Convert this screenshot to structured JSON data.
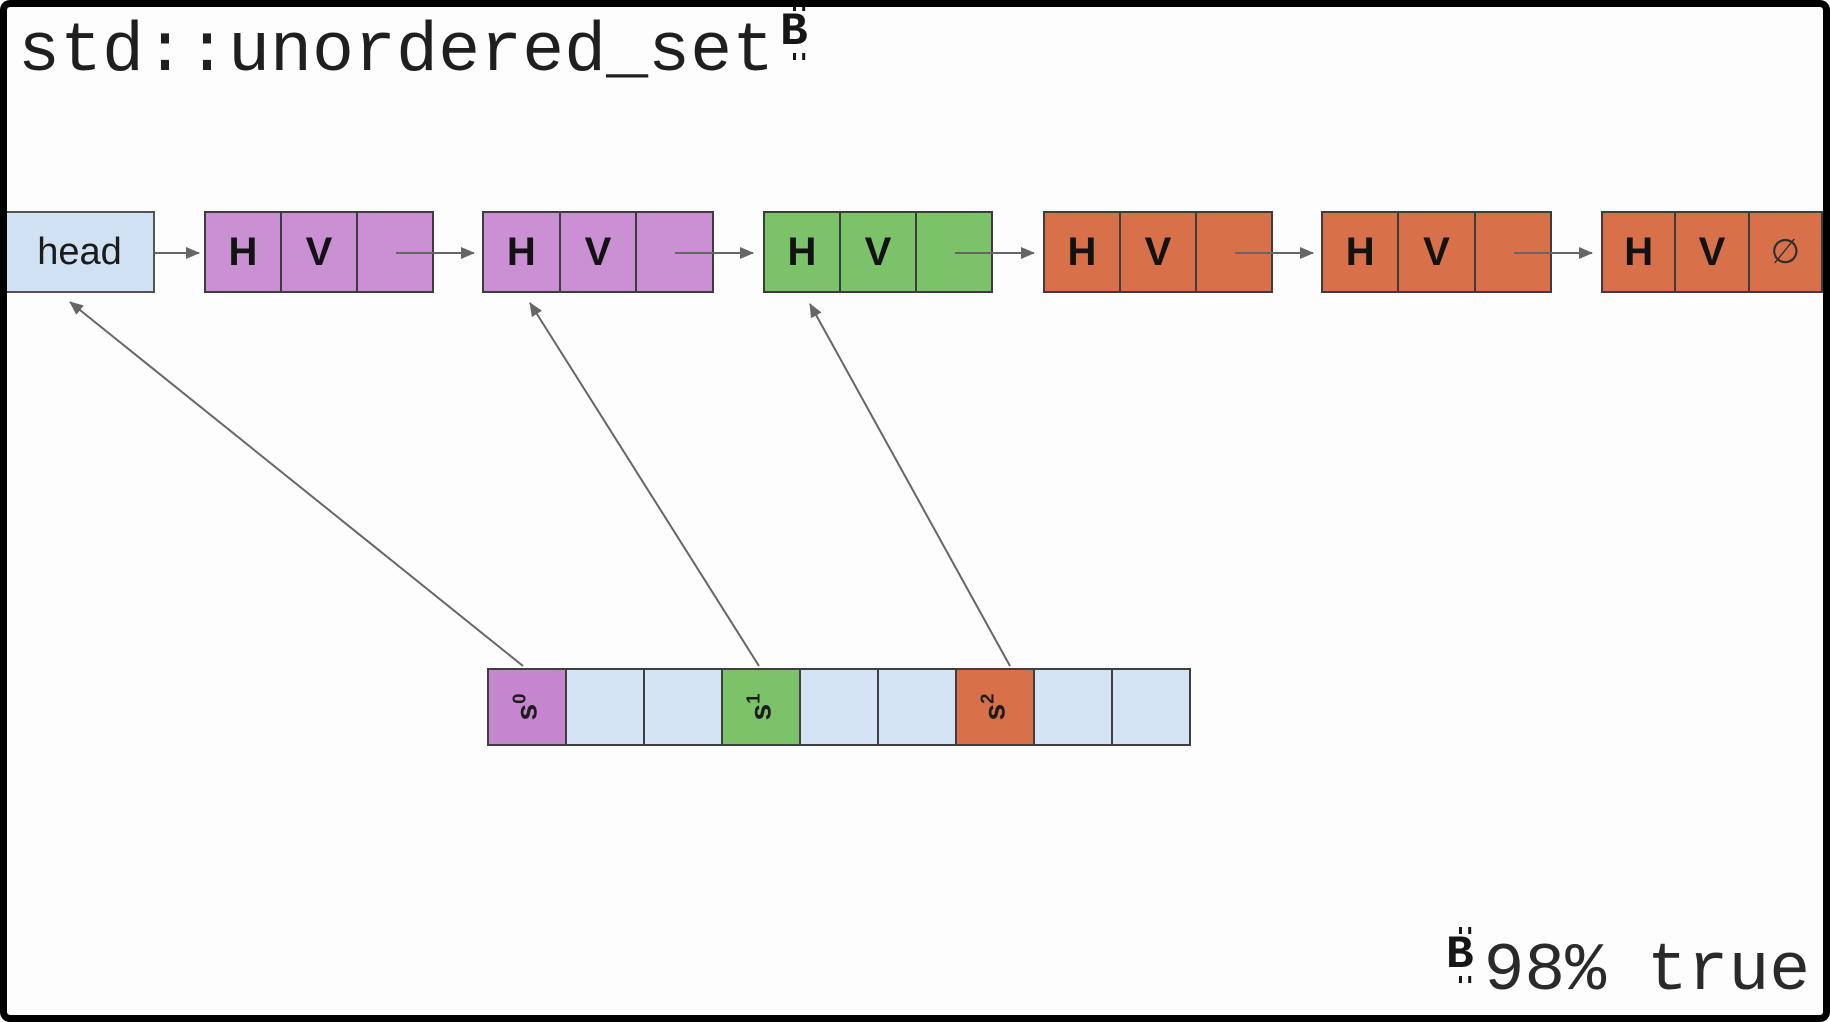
{
  "title": {
    "text": "std::unordered_set"
  },
  "icons": {
    "bitcoin": {
      "name": "bitcoin-sign",
      "base": "B"
    }
  },
  "watermark": {
    "text": "98% true"
  },
  "head": {
    "label": "head"
  },
  "nodes": [
    {
      "color": "purple",
      "h": "H",
      "v": "V",
      "next": ""
    },
    {
      "color": "purple",
      "h": "H",
      "v": "V",
      "next": ""
    },
    {
      "color": "green",
      "h": "H",
      "v": "V",
      "next": ""
    },
    {
      "color": "orange",
      "h": "H",
      "v": "V",
      "next": ""
    },
    {
      "color": "orange",
      "h": "H",
      "v": "V",
      "next": ""
    },
    {
      "color": "orange",
      "h": "H",
      "v": "V",
      "next": "∅"
    }
  ],
  "buckets": [
    {
      "label": "s",
      "sup": "0",
      "color": "purple"
    },
    {
      "label": "",
      "sup": "",
      "color": "blue"
    },
    {
      "label": "",
      "sup": "",
      "color": "blue"
    },
    {
      "label": "s",
      "sup": "1",
      "color": "green"
    },
    {
      "label": "",
      "sup": "",
      "color": "blue"
    },
    {
      "label": "",
      "sup": "",
      "color": "blue"
    },
    {
      "label": "s",
      "sup": "2",
      "color": "orange"
    },
    {
      "label": "",
      "sup": "",
      "color": "blue"
    },
    {
      "label": "",
      "sup": "",
      "color": "blue"
    }
  ],
  "colors": {
    "node_purple": "#cb8fd4",
    "node_green": "#7cc268",
    "node_orange": "#d8714a",
    "bucket_blue": "#d5e4f5",
    "head_blue": "#cfe1f2",
    "arrow_gray": "#666666",
    "frame_black": "#000000"
  }
}
